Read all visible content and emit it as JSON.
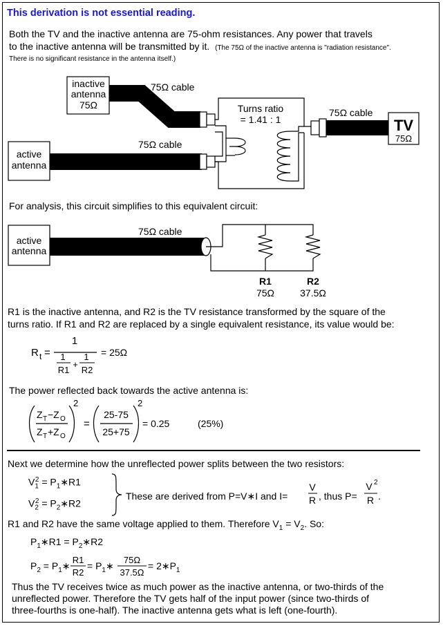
{
  "heading": "This derivation is not essential reading.",
  "intro": {
    "line1": "Both the TV and the inactive antenna are 75-ohm resistances.  Any power that travels",
    "line2": "to the inactive antenna will be transmitted by it.",
    "note1": "(The 75Ω of the inactive antenna is \"radiation resistance\".",
    "note2": "There is no significant resistance in the antenna itself.)"
  },
  "diagram1": {
    "inactive_l1": "inactive",
    "inactive_l2": "antenna",
    "inactive_l3": "75Ω",
    "cable_top": "75Ω  cable",
    "active_l1": "active",
    "active_l2": "antenna",
    "cable_mid": "75Ω  cable",
    "turns_l1": "Turns ratio",
    "turns_l2": "= 1.41 : 1",
    "cable_tv": "75Ω  cable",
    "tv_label": "TV",
    "tv_ohms": "75Ω"
  },
  "analysis_text": "For analysis, this circuit simplifies to this equivalent circuit:",
  "diagram2": {
    "active_l1": "active",
    "active_l2": "antenna",
    "cable": "75Ω  cable",
    "r1_name": "R1",
    "r1_value": "75Ω",
    "r2_name": "R2",
    "r2_value": "37.5Ω"
  },
  "para2": {
    "line1": "R1 is the inactive antenna, and R2 is the TV resistance transformed by the square of the",
    "line2": "turns ratio.  If R1 and R2 are replaced by a single equivalent resistance, its value would be:"
  },
  "eq_rt": {
    "lhs_R": "R",
    "lhs_sub": "t",
    "eq": "=",
    "num": "1",
    "inner_num1": "1",
    "inner_den1": "R1",
    "plus": "+",
    "inner_num2": "1",
    "inner_den2": "R2",
    "result": "=  25Ω"
  },
  "reflected_text": "The power reflected back towards the active antenna is:",
  "eq_refl": {
    "num1_a": "Z",
    "num1_asub": "T",
    "num1_op": "−Z",
    "num1_bsub": "O",
    "den1_a": "Z",
    "den1_asub": "T",
    "den1_op": "+Z",
    "den1_bsub": "O",
    "sq1": "2",
    "eq": "=",
    "num2": "25-75",
    "den2": "25+75",
    "sq2": "2",
    "result": "= 0.25",
    "percent": "(25%)"
  },
  "split_text": "Next we determine how the unreflected power splits between the two resistors:",
  "eq_split": {
    "v1": "V",
    "v1sub": "1",
    "v1sup": "2",
    "v1rhs": " = P",
    "v1psub": "1",
    "v1tail": "∗R1",
    "v2": "V",
    "v2sub": "2",
    "v2sup": "2",
    "v2rhs": " = P",
    "v2psub": "2",
    "v2tail": "∗R2",
    "derived": "These are derived from P=V∗I   and I=",
    "frac1_num": "V",
    "frac1_den": "R",
    "thus": ",  thus P=",
    "frac2_num": "V",
    "frac2_numsup": "2",
    "frac2_den": "R",
    "period": "."
  },
  "same_voltage": {
    "text": "R1 and R2 have the same voltage applied to them.  Therefore  V",
    "s1": "1",
    "mid": " = V",
    "s2": "2",
    "end": ".  So:"
  },
  "eq_p": {
    "l1_a": "P",
    "l1_asub": "1",
    "l1_b": "∗R1 = P",
    "l1_bsub": "2",
    "l1_c": "∗R2",
    "l2_a": "P",
    "l2_asub": "2",
    "l2_b": " = P",
    "l2_bsub": "1",
    "l2_c": "∗",
    "f1_num": "R1",
    "f1_den": "R2",
    "l2_d": " = P",
    "l2_dsub": "1",
    "l2_e": "∗",
    "f2_num": "75Ω",
    "f2_den": "37.5Ω",
    "l2_f": " =  2∗P",
    "l2_fsub": "1"
  },
  "conclusion": {
    "line1": "Thus the TV receives twice as much power as the inactive antenna, or two-thirds of the",
    "line2": "unreflected power.  Therefore the TV gets half of the input power (since two-thirds of",
    "line3": "three-fourths is one-half).  The inactive antenna gets what is left (one-fourth)."
  }
}
